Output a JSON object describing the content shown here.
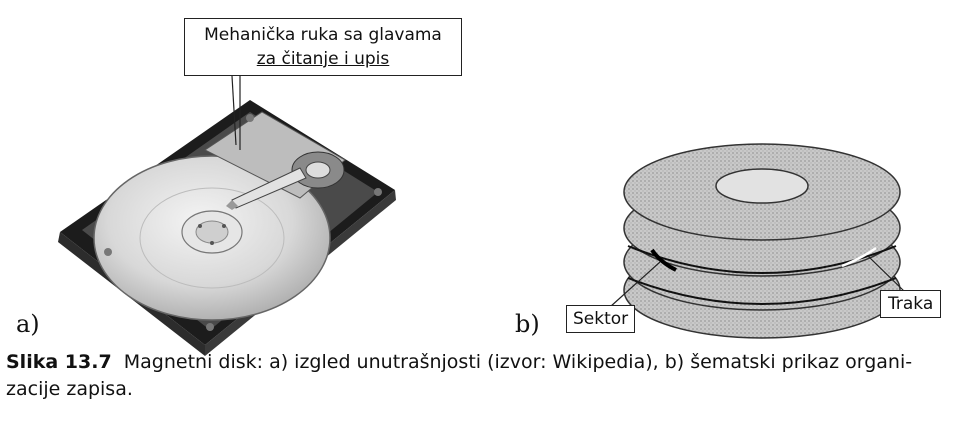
{
  "panel_a": {
    "label": "a)",
    "callout_line1": "Mehanička ruka sa glavama",
    "callout_line2": "za čitanje i upis"
  },
  "panel_b": {
    "label": "b)",
    "sector_label": "Sektor",
    "track_label": "Traka"
  },
  "caption": {
    "number": "Slika 13.7",
    "text_line1": "Magnetni disk: a) izgled unutrašnjosti (izvor: Wikipedia), b) šematski prikaz organi-",
    "text_line2": "zacije zapisa."
  }
}
